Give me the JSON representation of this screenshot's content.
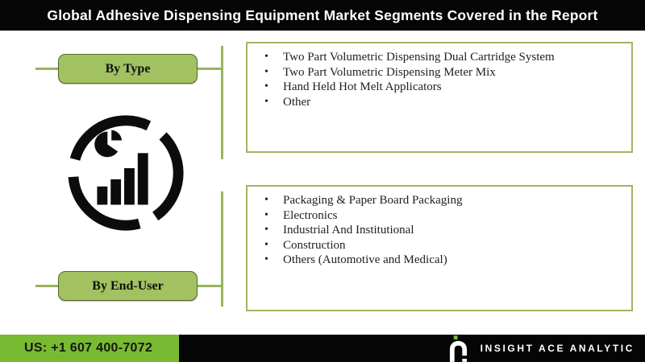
{
  "header": {
    "title": "Global Adhesive Dispensing Equipment Market Segments Covered in the Report"
  },
  "diagram": {
    "icon": "pie-and-bar-chart-ring-icon",
    "segments": [
      {
        "label": "By Type",
        "items": [
          "Two Part Volumetric Dispensing Dual Cartridge System",
          "Two Part Volumetric Dispensing Meter Mix",
          "Hand Held Hot Melt Applicators",
          "Other"
        ]
      },
      {
        "label": "By End-User",
        "items": [
          "Packaging & Paper Board Packaging",
          "Electronics",
          "Industrial And Institutional",
          "Construction",
          "Others (Automotive and Medical)"
        ]
      }
    ]
  },
  "footer": {
    "phone": "US: +1 607 400-7072",
    "brand": "INSIGHT ACE ANALYTIC"
  },
  "colors": {
    "header_bg": "#050505",
    "button_green": "#a2c161",
    "line_green": "#9ab45c",
    "box_border_green": "#a0b564",
    "footer_green": "#79ba33",
    "icon_black": "#0c0c0c"
  }
}
